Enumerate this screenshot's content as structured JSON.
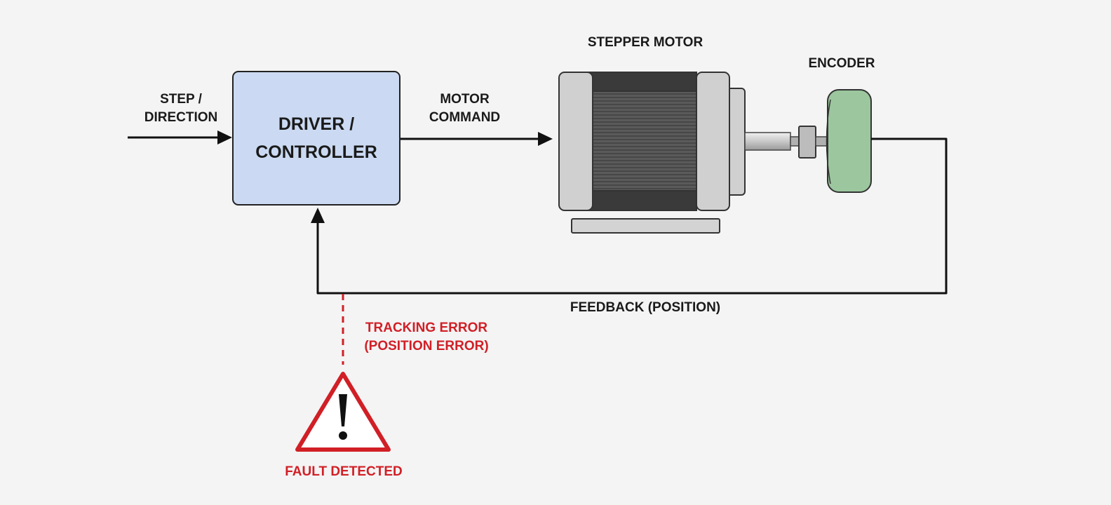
{
  "blocks": {
    "driver": {
      "line1": "DRIVER /",
      "line2": "CONTROLLER",
      "fill": "#cbdaf2"
    },
    "motor": {
      "label": "STEPPER MOTOR",
      "body_color": "#d0d0d0",
      "core_color": "#555555"
    },
    "encoder": {
      "label": "ENCODER",
      "fill": "#9cc79e"
    }
  },
  "signals": {
    "input": {
      "line1": "STEP /",
      "line2": "DIRECTION"
    },
    "command": {
      "line1": "MOTOR",
      "line2": "COMMAND"
    },
    "feedback": {
      "label": "FEEDBACK (POSITION)"
    },
    "error": {
      "line1": "TRACKING ERROR",
      "line2": "(POSITION ERROR)",
      "color": "#d11f26"
    }
  },
  "fault": {
    "icon": "warning-triangle-icon",
    "label": "FAULT DETECTED",
    "color": "#d11f26"
  }
}
